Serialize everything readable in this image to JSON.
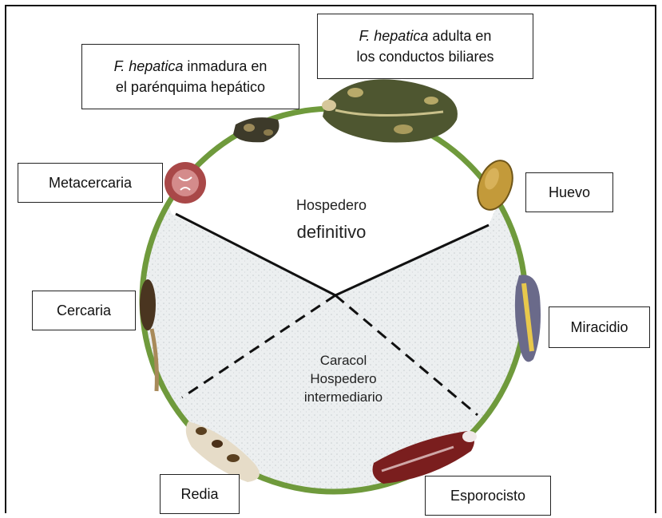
{
  "labels": {
    "adult_species": "F. hepatica",
    "adult_line1_rest": " adulta en",
    "adult_line2": "los conductos biliares",
    "immature_species": "F. hepatica",
    "immature_line1_rest": " inmadura en",
    "immature_line2": "el parénquima hepático",
    "metacercaria": "Metacercaria",
    "huevo": "Huevo",
    "cercaria": "Cercaria",
    "miracidio": "Miracidio",
    "redia": "Redia",
    "esporocisto": "Esporocisto"
  },
  "center": {
    "definitive_line1": "Hospedero",
    "definitive_line2": "definitivo",
    "intermediate_line1": "Caracol",
    "intermediate_line2": "Hospedero",
    "intermediate_line3": "intermediario"
  },
  "colors": {
    "cycle_ring": "#6f9a3c",
    "snail_area": "#e9eced",
    "divider": "#111111"
  }
}
